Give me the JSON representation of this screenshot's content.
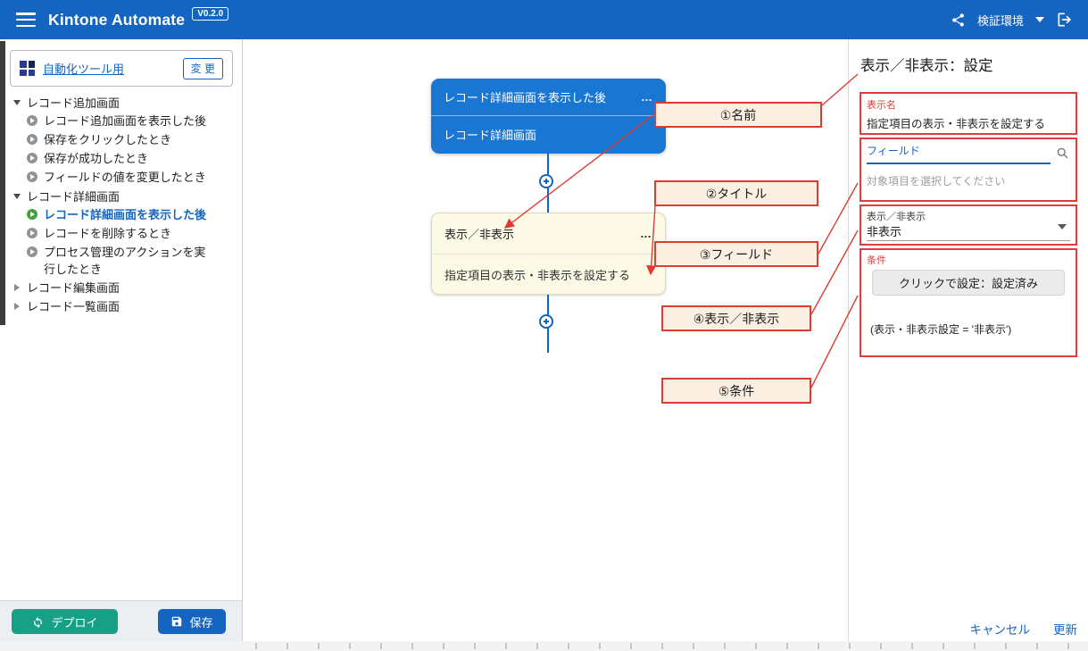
{
  "topbar": {
    "title": "Kintone Automate",
    "version": "V0.2.0",
    "environment": "検証環境"
  },
  "sidebar": {
    "app_link": "自動化ツール用",
    "change_button": "変 更",
    "tree": {
      "group1": {
        "label": "レコード追加画面",
        "expanded": true,
        "items": [
          "レコード追加画面を表示した後",
          "保存をクリックしたとき",
          "保存が成功したとき",
          "フィールドの値を変更したとき"
        ]
      },
      "group2": {
        "label": "レコード詳細画面",
        "expanded": true,
        "items": [
          "レコード詳細画面を表示した後",
          "レコードを削除するとき",
          "プロセス管理のアクションを実行したとき"
        ],
        "selected_item": "レコード詳細画面を表示した後"
      },
      "group3": {
        "label": "レコード編集画面",
        "expanded": false
      },
      "group4": {
        "label": "レコード一覧画面",
        "expanded": false
      }
    },
    "deploy_button": "デプロイ",
    "save_button": "保存"
  },
  "canvas": {
    "menu_dots": "…",
    "trigger_node": {
      "title": "レコード詳細画面を表示した後",
      "subtitle": "レコード詳細画面"
    },
    "action_node": {
      "title": "表示／非表示",
      "subtitle": "指定項目の表示・非表示を設定する"
    },
    "annotations": [
      "①名前",
      "②タイトル",
      "③フィールド",
      "④表示／非表示",
      "⑤条件"
    ]
  },
  "panel": {
    "title": "表示／非表示：設定",
    "display_name": {
      "label": "表示名",
      "value": "指定項目の表示・非表示を設定する"
    },
    "field": {
      "label": "フィールド",
      "helper": "対象項目を選択してください",
      "value": ""
    },
    "visibility": {
      "label": "表示／非表示",
      "value": "非表示"
    },
    "condition": {
      "label": "条件",
      "button": "クリックで設定：設定済み",
      "summary": "(表示・非表示設定 = '非表示')"
    },
    "cancel_link": "キャンセル",
    "update_link": "更新"
  },
  "colors": {
    "topbar_blue": "#1565C0",
    "node_blue": "#1976D2",
    "annotation_red": "#DD3C32",
    "deploy_green": "#18A087",
    "active_event_green": "#3DA33D",
    "node_yellow": "#FCFAE6"
  }
}
